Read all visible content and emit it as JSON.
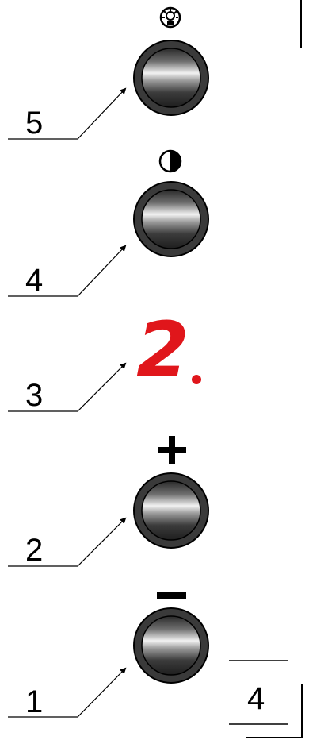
{
  "callouts": [
    {
      "label": "5",
      "control": "light-button",
      "icon": "light-bulb-icon"
    },
    {
      "label": "4",
      "control": "timer-button",
      "icon": "clock-quarter-icon"
    },
    {
      "label": "3",
      "control": "digit-display"
    },
    {
      "label": "2",
      "control": "plus-button",
      "icon": "plus-icon"
    },
    {
      "label": "1",
      "control": "minus-button",
      "icon": "minus-icon"
    }
  ],
  "display": {
    "value": "2",
    "decimal_point": true,
    "color": "#e0161b"
  },
  "page_number": "4",
  "colors": {
    "line": "#000000",
    "display": "#e0161b",
    "button_ring": "#3a3a3a"
  }
}
